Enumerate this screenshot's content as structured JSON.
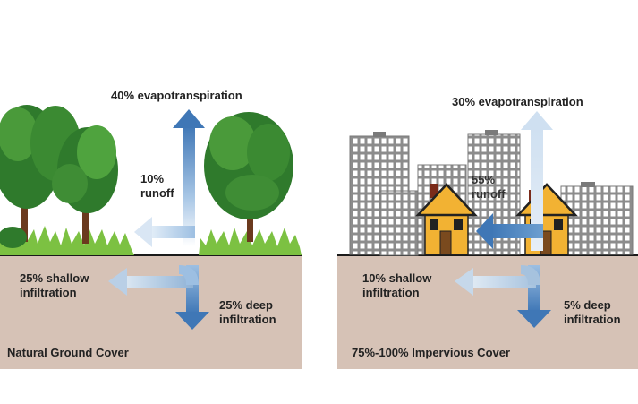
{
  "panels": [
    {
      "id": "natural",
      "evapotranspiration": "40% evapotranspiration",
      "runoff_pct": "10%",
      "runoff_word": "runoff",
      "shallow_pct": "25% shallow",
      "shallow_word": "infiltration",
      "deep_pct": "25% deep",
      "deep_word": "infiltration",
      "caption": "Natural Ground Cover"
    },
    {
      "id": "impervious",
      "evapotranspiration": "30% evapotranspiration",
      "runoff_pct": "55%",
      "runoff_word": "runoff",
      "shallow_pct": "10% shallow",
      "shallow_word": "infiltration",
      "deep_pct": "5% deep",
      "deep_word": "infiltration",
      "caption": "75%-100% Impervious Cover"
    }
  ],
  "colors": {
    "ground": "#d6c2b6",
    "ground_line": "#1a1a1a",
    "arrow_dark": "#3f77b6",
    "arrow_light": "#cfe0f1",
    "tree_green": "#3b8a32",
    "grass": "#7cc142",
    "building": "#8a8a8a",
    "house": "#f2b233"
  },
  "icons": [
    "tree-icon",
    "grass-icon",
    "building-icon",
    "house-icon",
    "arrow-icon"
  ]
}
